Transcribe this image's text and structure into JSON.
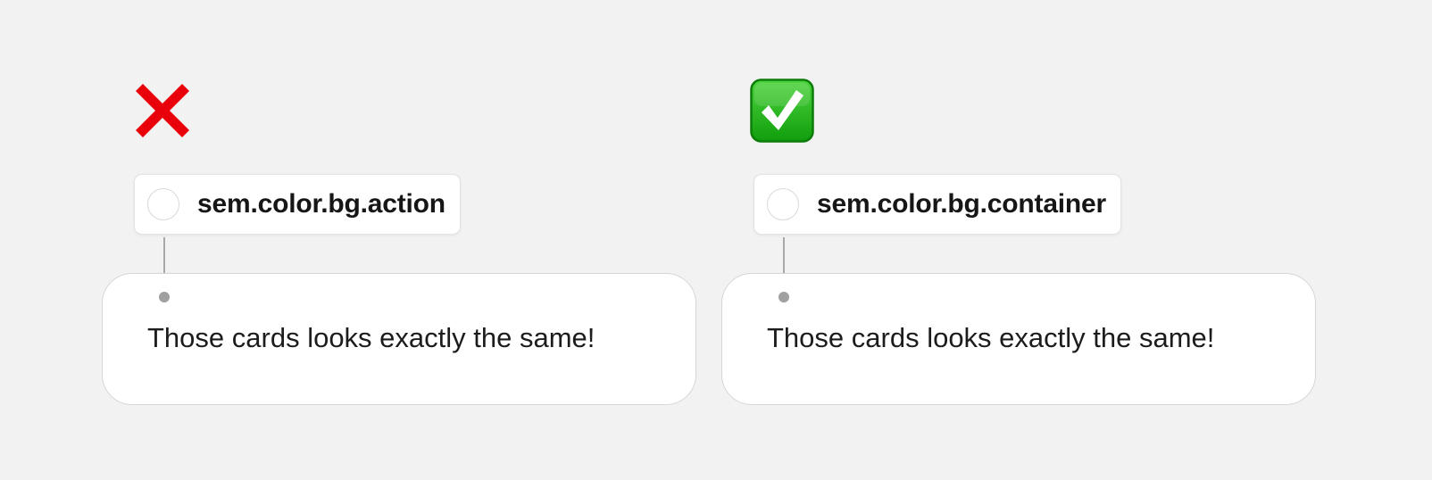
{
  "examples": [
    {
      "verdict": "incorrect",
      "verdict_icon": "cross-mark-icon",
      "verdict_color": "#e8000b",
      "token": "sem.color.bg.action",
      "card_text": "Those cards looks exactly the same!"
    },
    {
      "verdict": "correct",
      "verdict_icon": "check-mark-button-icon",
      "verdict_color": "#1aab12",
      "token": "sem.color.bg.container",
      "card_text": "Those cards looks exactly the same!"
    }
  ],
  "colors": {
    "page_background": "#f2f2f2",
    "card_background": "#ffffff",
    "card_border": "#d6d6d6",
    "swatch_fill": "#ffffff",
    "connector": "#a8a8a8"
  }
}
